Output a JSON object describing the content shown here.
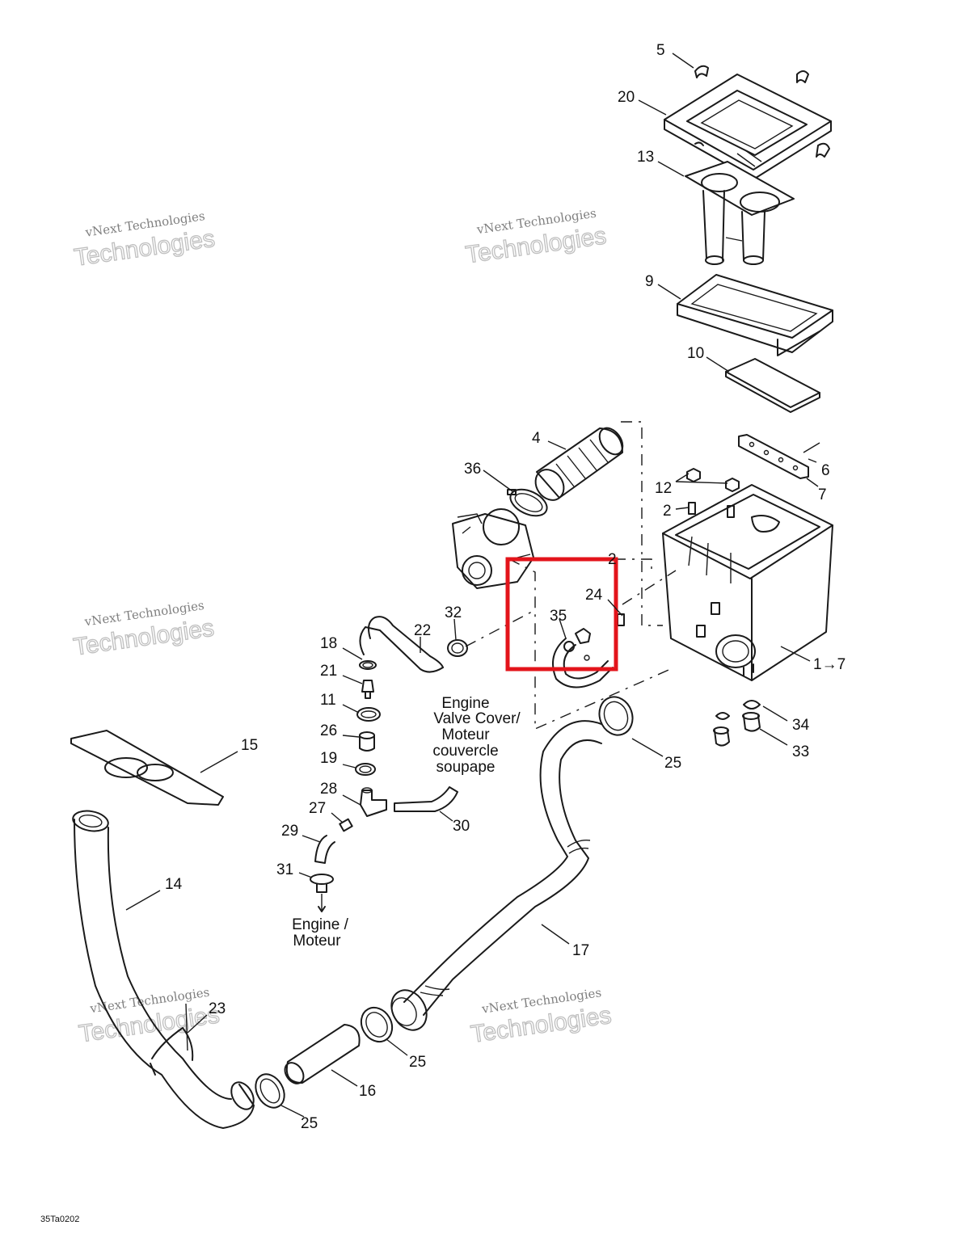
{
  "callouts": [
    {
      "id": "c5",
      "text": "5"
    },
    {
      "id": "c20",
      "text": "20"
    },
    {
      "id": "c13",
      "text": "13"
    },
    {
      "id": "c9",
      "text": "9"
    },
    {
      "id": "c10",
      "text": "10"
    },
    {
      "id": "c4",
      "text": "4"
    },
    {
      "id": "c36",
      "text": "36"
    },
    {
      "id": "c6",
      "text": "6"
    },
    {
      "id": "c7",
      "text": "7"
    },
    {
      "id": "c12",
      "text": "12"
    },
    {
      "id": "c2a",
      "text": "2"
    },
    {
      "id": "c2b",
      "text": "2"
    },
    {
      "id": "c24",
      "text": "24"
    },
    {
      "id": "c35",
      "text": "35"
    },
    {
      "id": "c32",
      "text": "32"
    },
    {
      "id": "c22",
      "text": "22"
    },
    {
      "id": "c18",
      "text": "18"
    },
    {
      "id": "c21",
      "text": "21"
    },
    {
      "id": "c11",
      "text": "11"
    },
    {
      "id": "c26",
      "text": "26"
    },
    {
      "id": "c19",
      "text": "19"
    },
    {
      "id": "c28",
      "text": "28"
    },
    {
      "id": "c27",
      "text": "27"
    },
    {
      "id": "c29",
      "text": "29"
    },
    {
      "id": "c31",
      "text": "31"
    },
    {
      "id": "c30",
      "text": "30"
    },
    {
      "id": "c1",
      "text": "1→7"
    },
    {
      "id": "c34",
      "text": "34"
    },
    {
      "id": "c33",
      "text": "33"
    },
    {
      "id": "c25a",
      "text": "25"
    },
    {
      "id": "c15",
      "text": "15"
    },
    {
      "id": "c14",
      "text": "14"
    },
    {
      "id": "c17",
      "text": "17"
    },
    {
      "id": "c23",
      "text": "23"
    },
    {
      "id": "c25b",
      "text": "25"
    },
    {
      "id": "c16",
      "text": "16"
    },
    {
      "id": "c25c",
      "text": "25"
    }
  ],
  "notes": {
    "valve_cover": [
      "Engine",
      "Valve Cover/",
      "Moteur",
      "couvercle",
      "soupape"
    ],
    "engine": [
      "Engine /",
      "Moteur"
    ]
  },
  "figure_ref": "35Ta0202",
  "watermark": {
    "line1": "vNext Technologies",
    "line2": "Technologies",
    "ghost": "vNext"
  },
  "highlight_color": "#e3141b"
}
